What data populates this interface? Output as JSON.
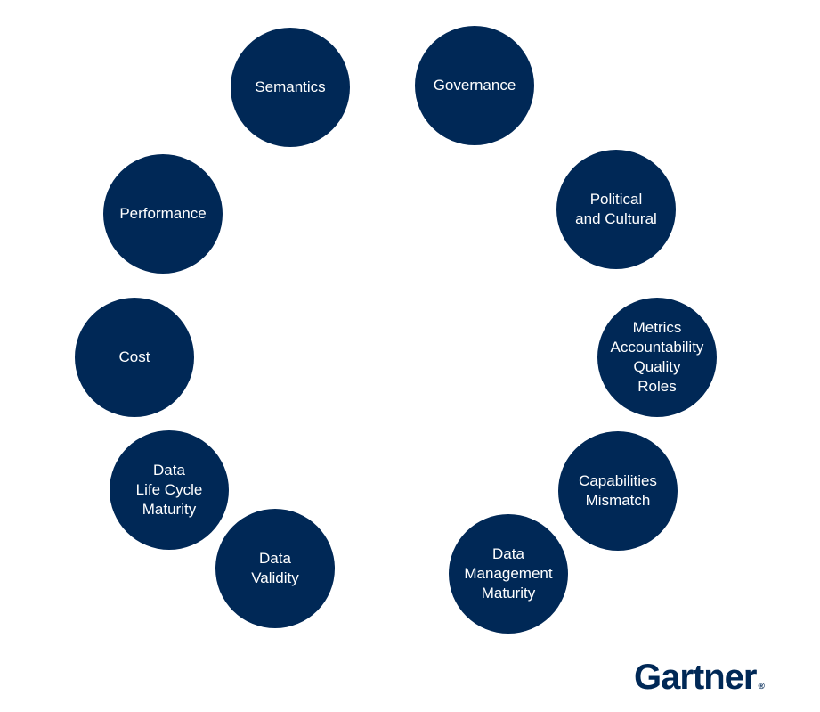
{
  "circles": {
    "semantics": [
      "Semantics"
    ],
    "governance": [
      "Governance"
    ],
    "performance": [
      "Performance"
    ],
    "political": [
      "Political",
      "and Cultural"
    ],
    "cost": [
      "Cost"
    ],
    "metrics": [
      "Metrics",
      "Accountability",
      "Quality",
      "Roles"
    ],
    "lifecycle": [
      "Data",
      "Life Cycle",
      "Maturity"
    ],
    "capabilities": [
      "Capabilities",
      "Mismatch"
    ],
    "validity": [
      "Data",
      "Validity"
    ],
    "dm_maturity": [
      "Data",
      "Management",
      "Maturity"
    ]
  },
  "logo": {
    "text": "Gartner",
    "mark": "®"
  },
  "colors": {
    "circle_fill": "#002856",
    "circle_text": "#ffffff",
    "logo": "#002856"
  }
}
